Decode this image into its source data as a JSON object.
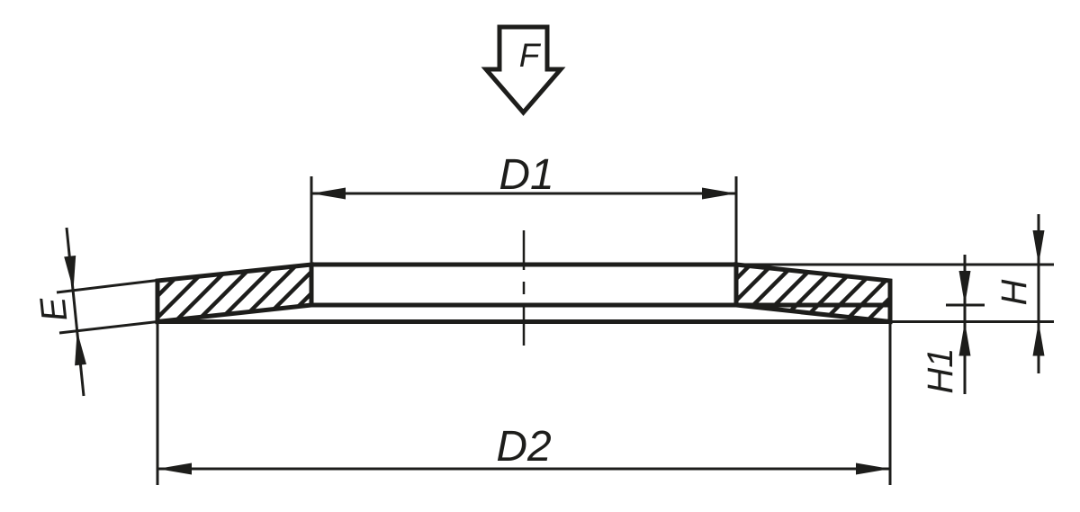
{
  "drawing": {
    "type": "technical-section-drawing",
    "subject": "disc-spring-cross-section",
    "background_color": "#ffffff",
    "line_color": "#1d1d1b",
    "labels": {
      "force": "F",
      "inner_diameter": "D1",
      "outer_diameter": "D2",
      "thickness": "E",
      "overall_height": "H",
      "cone_height": "H1"
    }
  }
}
